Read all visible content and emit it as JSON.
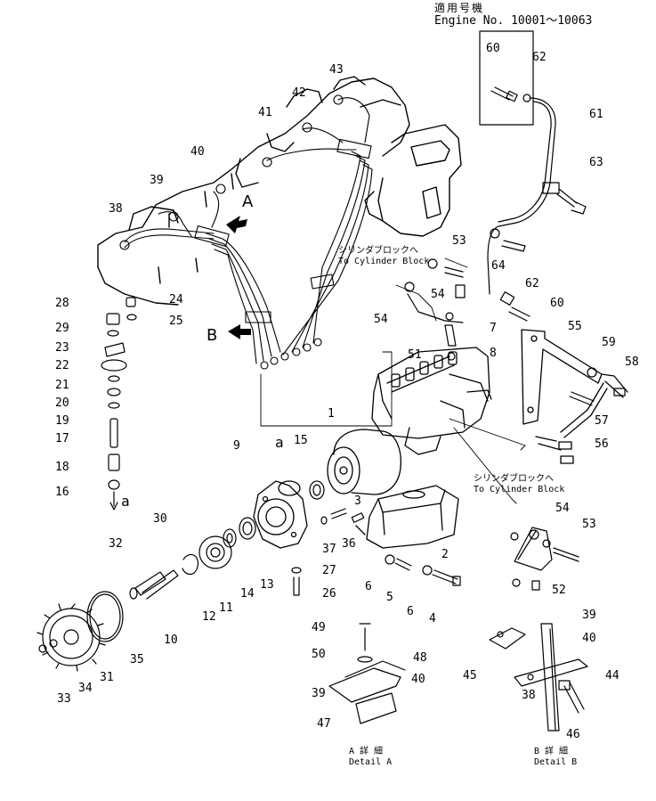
{
  "header": {
    "applicability_jp": "適用号機",
    "engine_range": "Engine No. 10001～10063"
  },
  "view_markers": {
    "a_upper": "a",
    "a_lower": "a",
    "A": "A",
    "B": "B"
  },
  "notes": {
    "to_block_1_jp": "シリンダブロックへ",
    "to_block_1_en": "To Cylinder Block",
    "to_block_2_jp": "シリンダブロックへ",
    "to_block_2_en": "To Cylinder Block",
    "detail_a_jp": "A 詳 細",
    "detail_a_en": "Detail A",
    "detail_b_jp": "B 詳 細",
    "detail_b_en": "Detail B"
  },
  "callouts": {
    "c1": "1",
    "c2": "2",
    "c3": "3",
    "c4": "4",
    "c5": "5",
    "c6a": "6",
    "c6b": "6",
    "c7": "7",
    "c8": "8",
    "c9": "9",
    "c10": "10",
    "c11": "11",
    "c12": "12",
    "c13": "13",
    "c14": "14",
    "c15": "15",
    "c16": "16",
    "c17": "17",
    "c18": "18",
    "c19": "19",
    "c20": "20",
    "c21": "21",
    "c22": "22",
    "c23": "23",
    "c24": "24",
    "c25": "25",
    "c26": "26",
    "c27": "27",
    "c28": "28",
    "c29": "29",
    "c30": "30",
    "c31": "31",
    "c32": "32",
    "c33": "33",
    "c34": "34",
    "c35": "35",
    "c36": "36",
    "c37": "37",
    "c38a": "38",
    "c38b": "38",
    "c39a": "39",
    "c39b": "39",
    "c39c": "39",
    "c40a": "40",
    "c40b": "40",
    "c40c": "40",
    "c41": "41",
    "c42": "42",
    "c43": "43",
    "c44": "44",
    "c45": "45",
    "c46": "46",
    "c47": "47",
    "c48": "48",
    "c49": "49",
    "c50": "50",
    "c51": "51",
    "c52": "52",
    "c53a": "53",
    "c53b": "53",
    "c54a": "54",
    "c54b": "54",
    "c54c": "54",
    "c55": "55",
    "c56": "56",
    "c57": "57",
    "c58": "58",
    "c59": "59",
    "c60a": "60",
    "c60b": "60",
    "c61": "61",
    "c62a": "62",
    "c62b": "62",
    "c63": "63",
    "c64": "64"
  }
}
